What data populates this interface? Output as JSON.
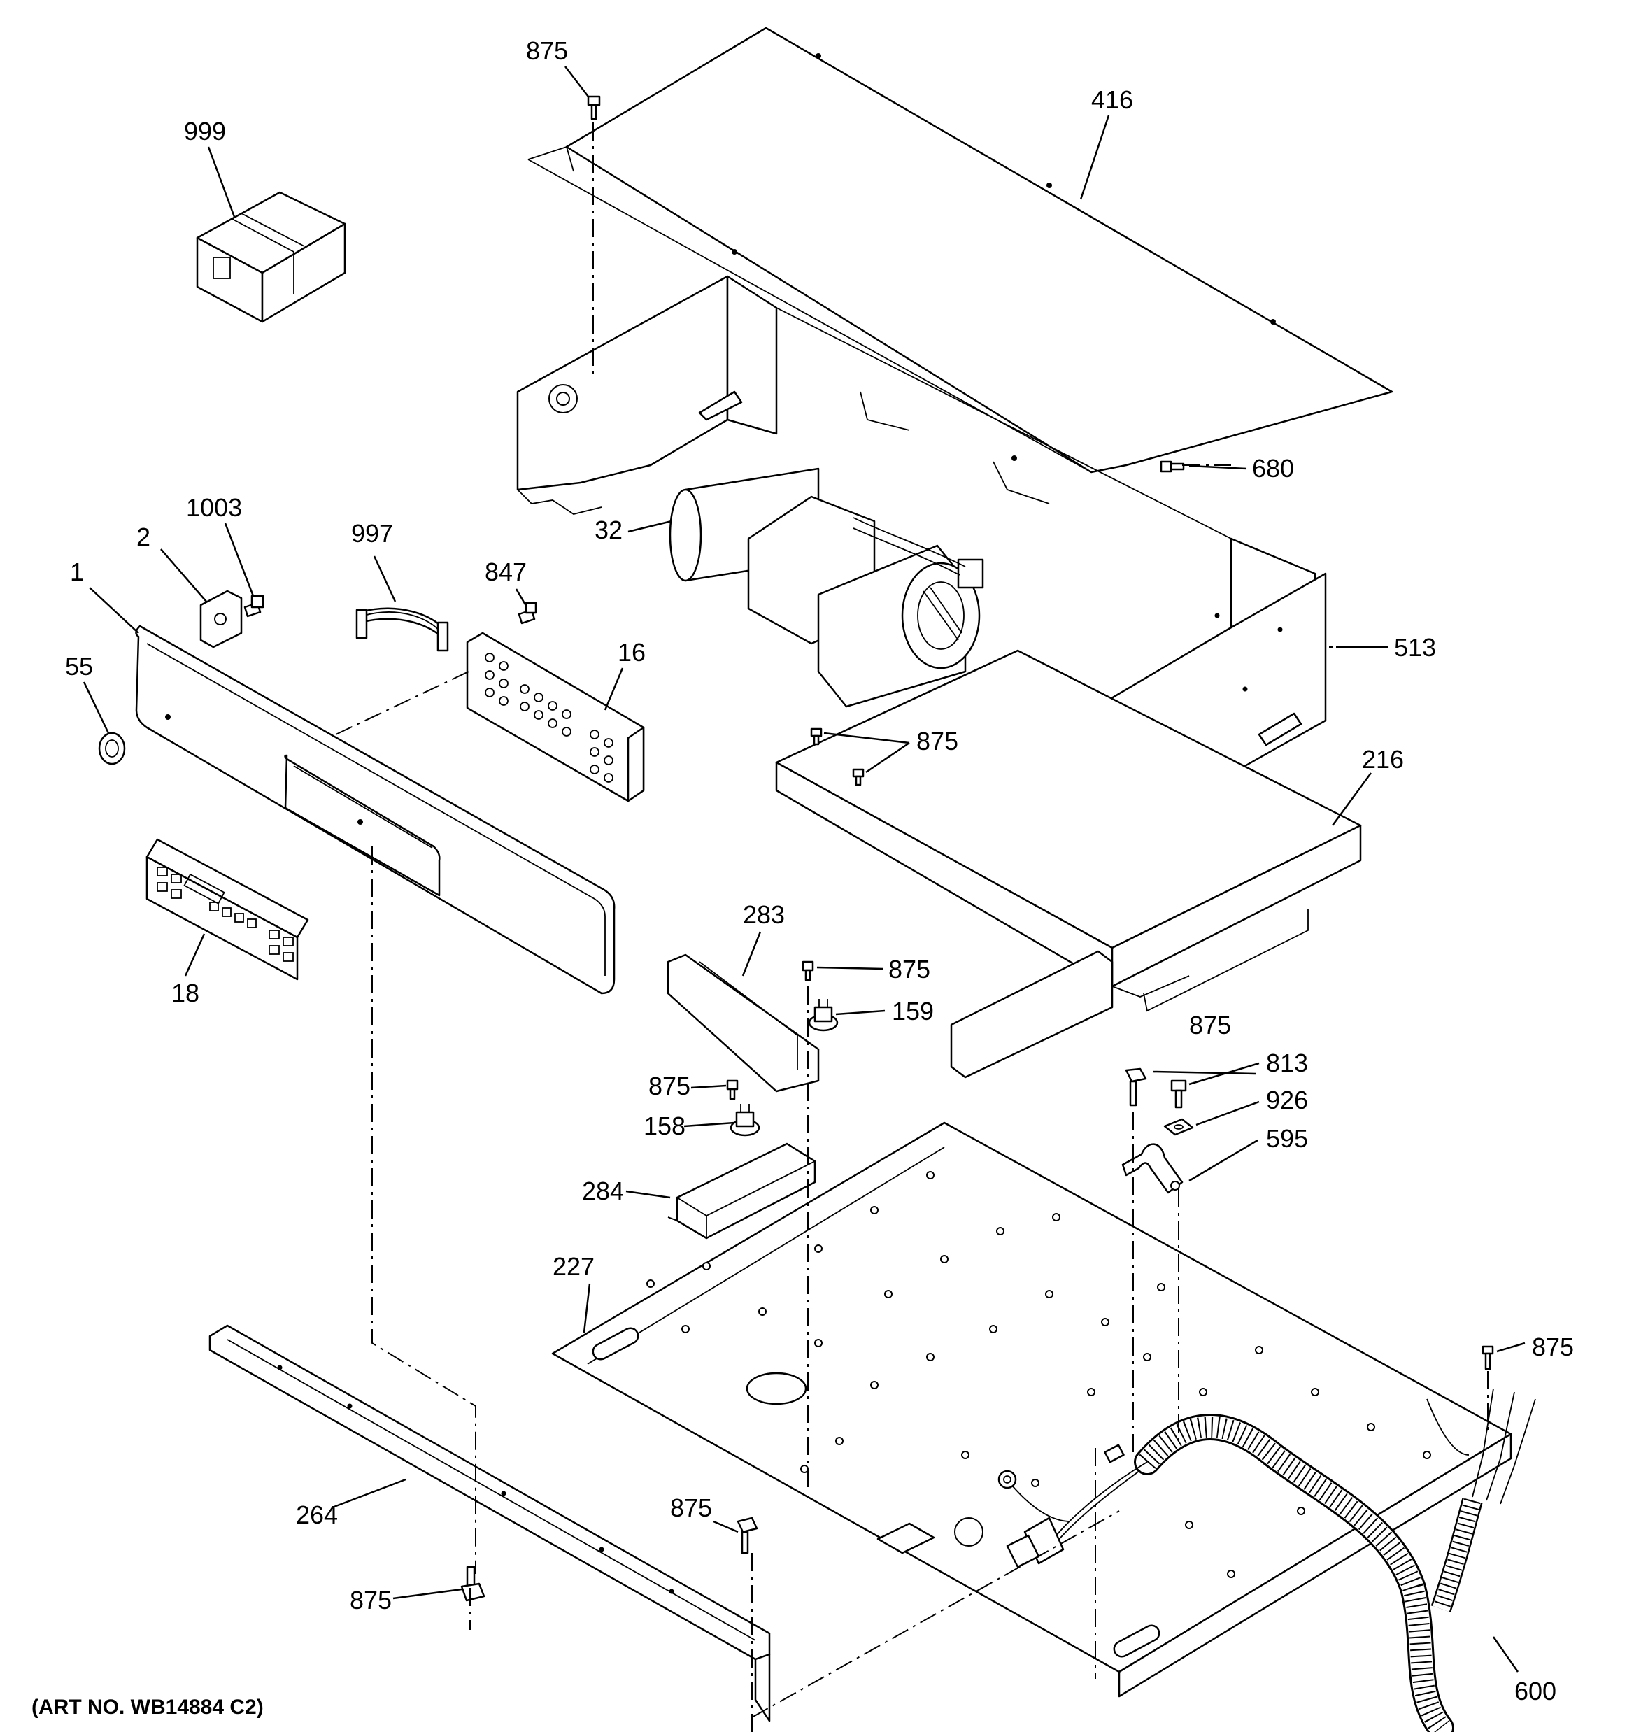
{
  "caption": "(ART NO. WB14884 C2)",
  "callouts": {
    "p875_top": "875",
    "p416": "416",
    "p999": "999",
    "p680": "680",
    "p32": "32",
    "p1003": "1003",
    "p2": "2",
    "p997": "997",
    "p847": "847",
    "p1": "1",
    "p16": "16",
    "p513": "513",
    "p55": "55",
    "p875_mid": "875",
    "p216": "216",
    "p18": "18",
    "p283": "283",
    "p875_a": "875",
    "p159": "159",
    "p875_b": "875",
    "p813": "813",
    "p875_c": "875",
    "p926": "926",
    "p158": "158",
    "p595": "595",
    "p284": "284",
    "p227": "227",
    "p875_d": "875",
    "p264": "264",
    "p875_e": "875",
    "p875_f": "875",
    "p600": "600"
  }
}
